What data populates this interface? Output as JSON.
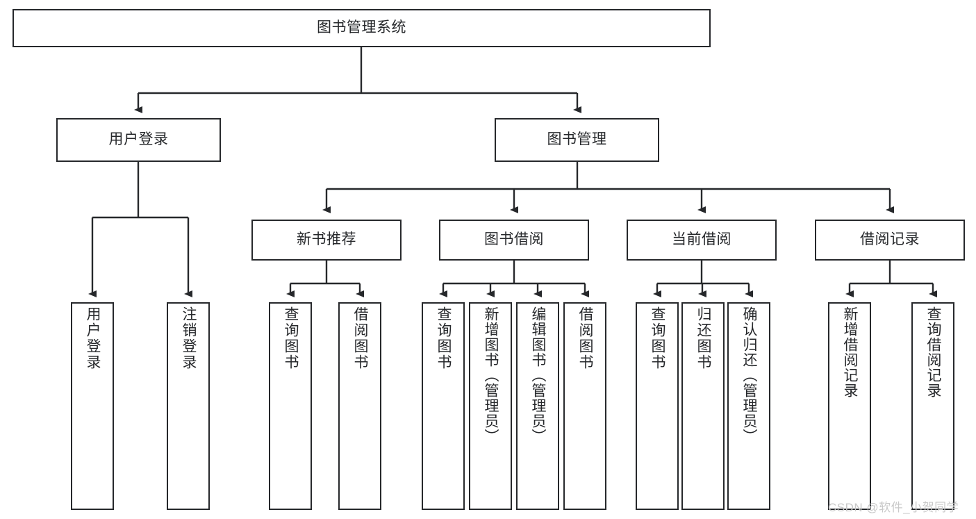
{
  "diagram": {
    "title": "图书管理系统",
    "type": "tree-hierarchy-diagram",
    "colors": {
      "box_border": "#26282b",
      "box_fill": "#ffffff",
      "edge": "#26282b",
      "text": "#26282b",
      "watermark": "#c9c9c9",
      "background": "#ffffff"
    },
    "root": {
      "label": "图书管理系统"
    },
    "level2": [
      {
        "label": "用户登录"
      },
      {
        "label": "图书管理"
      }
    ],
    "level3": [
      {
        "label": "新书推荐"
      },
      {
        "label": "图书借阅"
      },
      {
        "label": "当前借阅"
      },
      {
        "label": "借阅记录"
      }
    ],
    "leaves_user_login": [
      {
        "label": "用户登录"
      },
      {
        "label": "注销登录"
      }
    ],
    "leaves_new_book": [
      {
        "label": "查询图书"
      },
      {
        "label": "借阅图书"
      }
    ],
    "leaves_borrow": [
      {
        "label": "查询图书"
      },
      {
        "label": "新增图书（管理员）"
      },
      {
        "label": "编辑图书（管理员）"
      },
      {
        "label": "借阅图书"
      }
    ],
    "leaves_current": [
      {
        "label": "查询图书"
      },
      {
        "label": "归还图书"
      },
      {
        "label": "确认归还（管理员）"
      }
    ],
    "leaves_records": [
      {
        "label": "新增借阅记录"
      },
      {
        "label": "查询借阅记录"
      }
    ]
  },
  "watermark": {
    "text": "CSDN @软件_小贺同学"
  }
}
